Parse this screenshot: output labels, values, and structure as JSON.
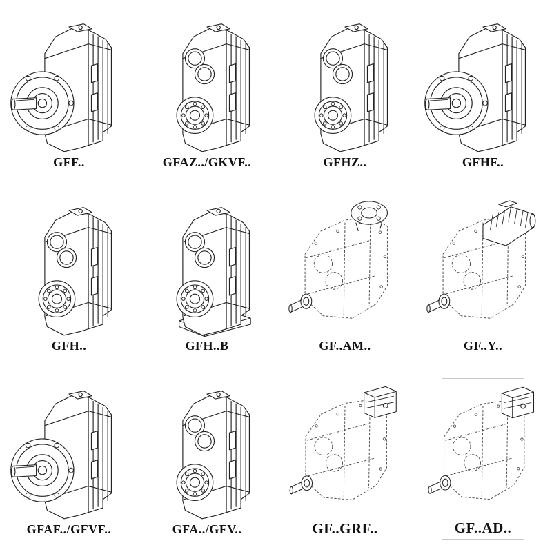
{
  "page": {
    "description": "Catalog sheet of parallel shaft helical gearbox model variants, 4x3 grid of technical line drawings with model codes",
    "background": "#ffffff",
    "line_color": "#222222",
    "dashed_line_color": "#4a4a4a"
  },
  "grid": {
    "items": [
      {
        "label": "GFF..",
        "drawing": "flange-mounted-gearbox-drawing",
        "symbol": "#sym-flange",
        "line_style": "solid"
      },
      {
        "label": "GFAZ../GKVF..",
        "drawing": "hollow-shaft-gearbox-drawing",
        "symbol": "#sym-bores",
        "line_style": "solid"
      },
      {
        "label": "GFHZ..",
        "drawing": "hollow-shaft-shrink-disc-gearbox-drawing",
        "symbol": "#sym-bores",
        "line_style": "solid"
      },
      {
        "label": "GFHF..",
        "drawing": "flange-hollow-shaft-gearbox-drawing",
        "symbol": "#sym-flange",
        "line_style": "solid"
      },
      {
        "label": "GFH..",
        "drawing": "foot-mounted-gearbox-drawing",
        "symbol": "#sym-bores",
        "line_style": "solid"
      },
      {
        "label": "GFH..B",
        "drawing": "foot-mounted-gearbox-with-base-drawing",
        "symbol": "#sym-bores-base",
        "line_style": "solid"
      },
      {
        "label": "GF..AM..",
        "drawing": "gearbox-with-motor-adapter-flange-drawing",
        "symbol": "#sym-dash-flange",
        "line_style": "dashed"
      },
      {
        "label": "GF..Y..",
        "drawing": "gearbox-with-mounted-motor-drawing",
        "symbol": "#sym-dash-motor",
        "line_style": "dashed"
      },
      {
        "label": "GFAF../GFVF..",
        "drawing": "output-flange-gearbox-drawing",
        "symbol": "#sym-flange",
        "line_style": "solid"
      },
      {
        "label": "GFA../GFV..",
        "drawing": "shaft-input-gearbox-drawing",
        "symbol": "#sym-bores",
        "line_style": "solid"
      },
      {
        "label": "GF..GRF..",
        "drawing": "gearbox-with-input-adapter-block-drawing",
        "symbol": "#sym-dash-block",
        "line_style": "dashed"
      },
      {
        "label": "GF..AD..",
        "drawing": "gearbox-with-input-shaft-adapter-drawing",
        "symbol": "#sym-dash-block",
        "line_style": "dashed"
      }
    ]
  }
}
